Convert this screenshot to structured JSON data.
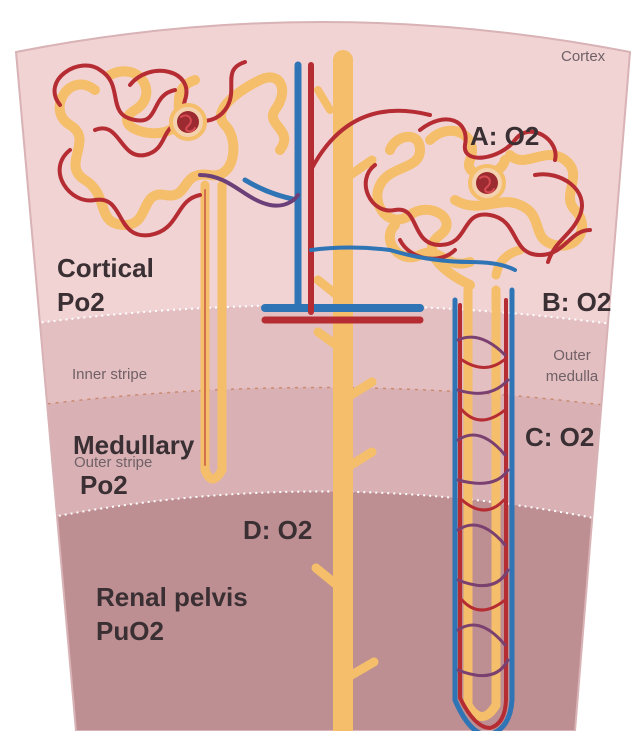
{
  "zones": {
    "cortex": "Cortex",
    "inner_stripe": "Inner stripe",
    "outer_stripe": "Outer stripe",
    "outer_medulla": [
      "Outer",
      "medulla"
    ]
  },
  "labels": {
    "cortical_po2": [
      "Cortical",
      "Po2"
    ],
    "medullary_po2": [
      "Medullary",
      "Po2"
    ],
    "renal_pelvis": [
      "Renal pelvis",
      "PuO2"
    ],
    "a": "A: O2",
    "b": "B: O2",
    "c": "C: O2",
    "d": "D: O2"
  },
  "colors": {
    "cortex": "#f1d3d4",
    "inner_stripe": "#e4bfc2",
    "outer_stripe": "#d6aaae",
    "pelvis": "#bd8f92",
    "tubule": "#f5be6b",
    "artery": "#b52d33",
    "vein": "#2f74b5",
    "mixed_capillary": "#7a4070"
  }
}
